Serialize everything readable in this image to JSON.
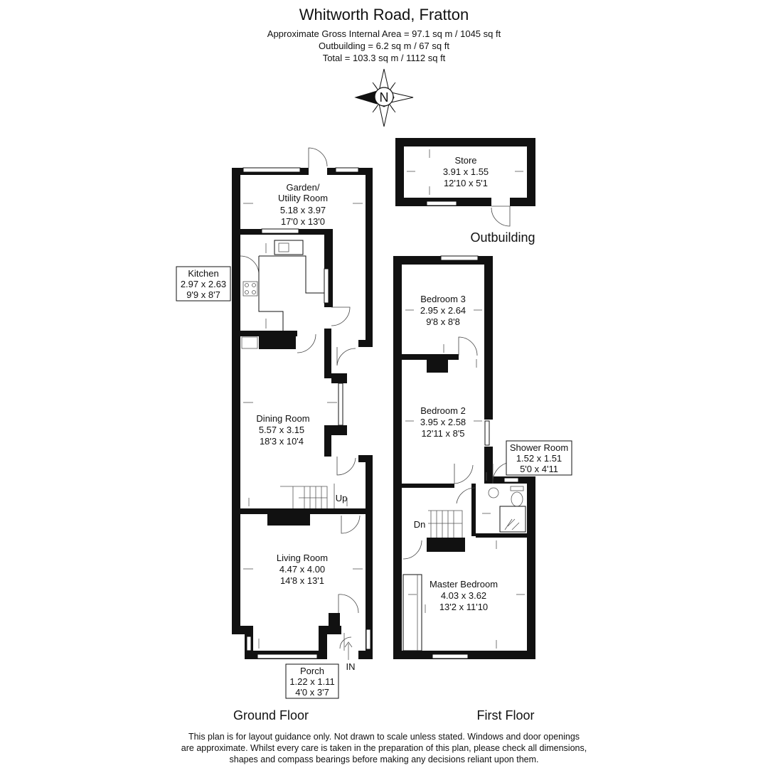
{
  "header": {
    "title": "Whitworth Road, Fratton",
    "area_lines": [
      "Approximate Gross Internal Area = 97.1 sq m / 1045 sq ft",
      "Outbuilding = 6.2 sq m / 67 sq ft",
      "Total = 103.3 sq m / 1112 sq ft"
    ]
  },
  "compass": {
    "label": "N",
    "pointer_direction": "west"
  },
  "rooms": {
    "garden_utility": {
      "name1": "Garden/",
      "name2": "Utility Room",
      "metric": "5.18 x 3.97",
      "imperial": "17'0 x 13'0"
    },
    "kitchen": {
      "name": "Kitchen",
      "metric": "2.97 x 2.63",
      "imperial": "9'9 x 8'7"
    },
    "dining": {
      "name": "Dining Room",
      "metric": "5.57 x 3.15",
      "imperial": "18'3 x 10'4"
    },
    "living": {
      "name": "Living Room",
      "metric": "4.47 x 4.00",
      "imperial": "14'8 x 13'1"
    },
    "porch": {
      "name": "Porch",
      "metric": "1.22 x 1.11",
      "imperial": "4'0 x 3'7"
    },
    "store": {
      "name": "Store",
      "metric": "3.91 x 1.55",
      "imperial": "12'10 x 5'1"
    },
    "bedroom3": {
      "name": "Bedroom 3",
      "metric": "2.95 x 2.64",
      "imperial": "9'8 x 8'8"
    },
    "bedroom2": {
      "name": "Bedroom 2",
      "metric": "3.95 x 2.58",
      "imperial": "12'11 x 8'5"
    },
    "shower": {
      "name": "Shower Room",
      "metric": "1.52 x 1.51",
      "imperial": "5'0 x 4'11"
    },
    "master": {
      "name": "Master Bedroom",
      "metric": "4.03 x 3.62",
      "imperial": "13'2 x 11'10"
    }
  },
  "markers": {
    "up": "Up",
    "down": "Dn",
    "entrance": "IN"
  },
  "floors": {
    "outbuilding": "Outbuilding",
    "ground": "Ground Floor",
    "first": "First Floor"
  },
  "disclaimer": [
    "This plan is for layout guidance only. Not drawn to scale unless stated. Windows and door openings",
    "are approximate. Whilst every care is taken in the preparation of this plan, please check all dimensions,",
    "shapes and compass bearings before making any decisions reliant upon them."
  ]
}
